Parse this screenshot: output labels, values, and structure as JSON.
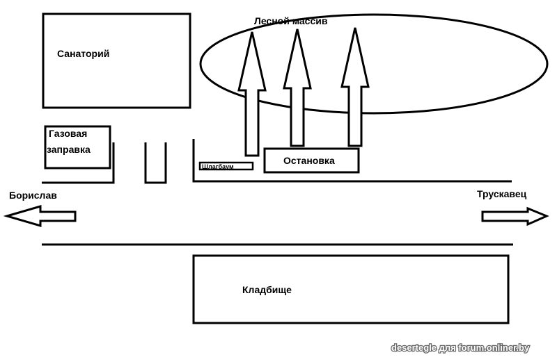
{
  "labels": {
    "sanatorium": "Санаторий",
    "forest": "Лесной массив",
    "gas_station_line1": "Газовая",
    "gas_station_line2": "заправка",
    "barrier": "Шлагбаум",
    "bus_stop": "Остановка",
    "boryslav": "Борислав",
    "truskavets": "Трускавец",
    "cemetery": "Кладбище"
  },
  "watermark": "desertegle для forum.onliner.by"
}
